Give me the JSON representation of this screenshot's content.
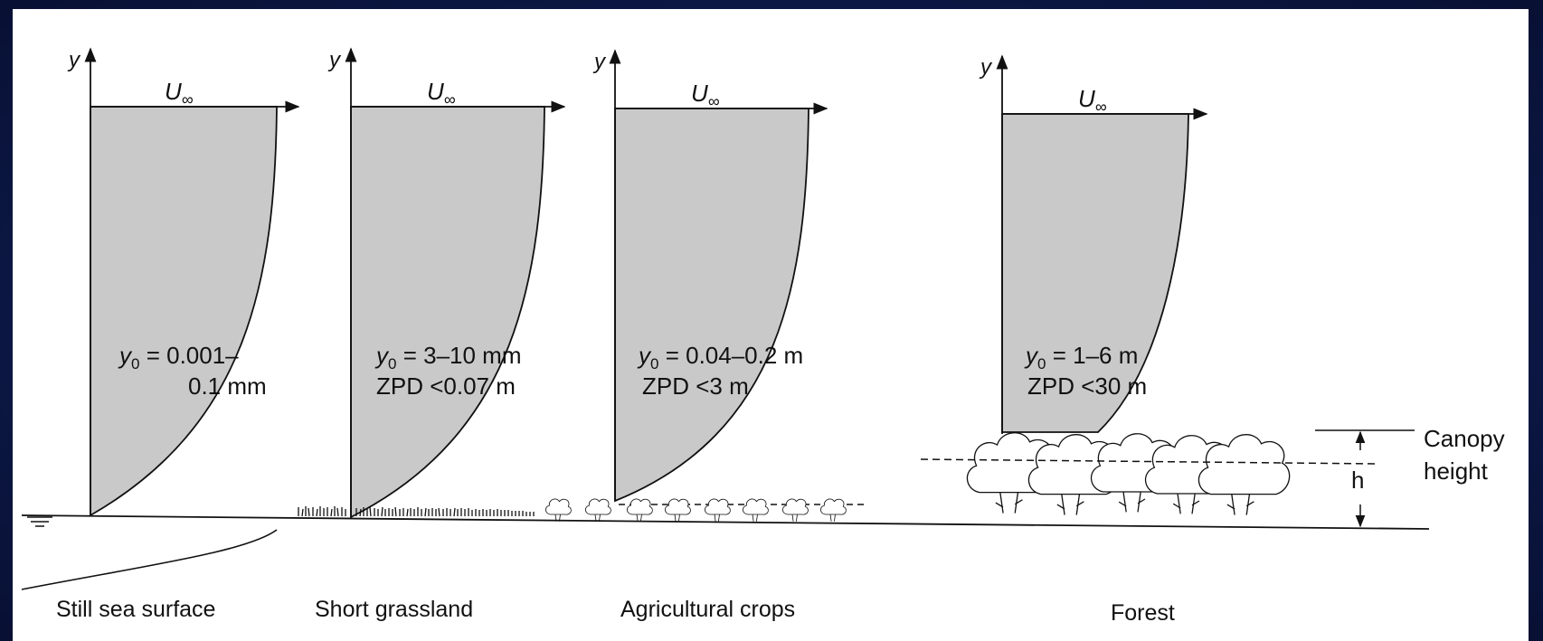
{
  "diagram": {
    "axis_labels": {
      "y": "y",
      "u_symbol": "U",
      "u_sub": "∞"
    },
    "panels": [
      {
        "id": "sea",
        "y0_line1": "= 0.001–",
        "y0_line2": "0.1 mm",
        "zpd": "",
        "caption": "Still sea surface"
      },
      {
        "id": "grass",
        "y0_line1": "= 3–10 mm",
        "y0_line2": "",
        "zpd": "ZPD <0.07 m",
        "caption": "Short grassland"
      },
      {
        "id": "crops",
        "y0_line1": "= 0.04–0.2 m",
        "y0_line2": "",
        "zpd": "ZPD <3 m",
        "caption": "Agricultural crops"
      },
      {
        "id": "forest",
        "y0_line1": "= 1–6 m",
        "y0_line2": "",
        "zpd": "ZPD <30 m",
        "caption": "Forest"
      }
    ],
    "canopy_label_1": "Canopy",
    "canopy_label_2": "height",
    "h_label": "h"
  },
  "colors": {
    "profile_fill": "#c9c9c9",
    "line": "#111111",
    "background": "#0d1a4a"
  }
}
